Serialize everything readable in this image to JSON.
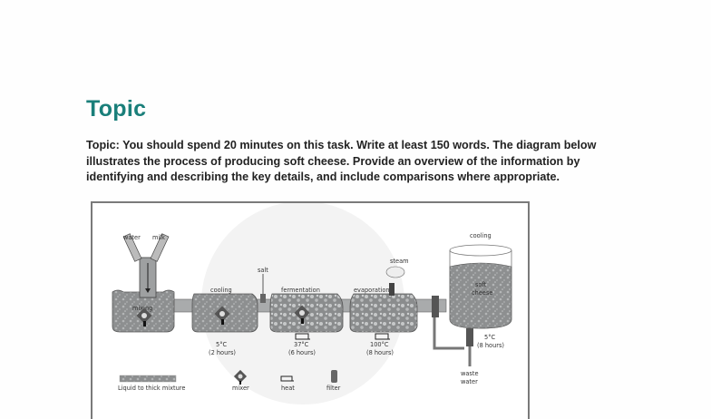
{
  "heading": "Topic",
  "prompt": "Topic: You should spend 20 minutes on this task. Write at least 150 words. The diagram below illustrates the process of producing soft cheese. Provide an overview of the information by identifying and describing the key details, and include comparisons where appropriate.",
  "diagram": {
    "inputs": {
      "water": "water",
      "milk": "milk",
      "salt": "salt",
      "steam": "steam"
    },
    "stages": [
      {
        "name": "mixing",
        "label": "mixing",
        "temp": "",
        "time": ""
      },
      {
        "name": "cooling",
        "label": "cooling",
        "temp": "5°C",
        "time": "(2 hours)"
      },
      {
        "name": "fermentation",
        "label": "fermentation",
        "temp": "37°C",
        "time": "(6 hours)"
      },
      {
        "name": "evaporation",
        "label": "evaporation",
        "temp": "100°C",
        "time": "(8 hours)"
      },
      {
        "name": "final-cooling",
        "label": "cooling",
        "temp": "5°C",
        "time": "(8 hours)"
      }
    ],
    "product": "soft cheese",
    "product_line1": "soft",
    "product_line2": "cheese",
    "waste_line1": "waste",
    "waste_line2": "water",
    "legend": {
      "mixture": "Liquid to thick mixture",
      "mixer": "mixer",
      "heat": "heat",
      "filter": "filter"
    }
  }
}
